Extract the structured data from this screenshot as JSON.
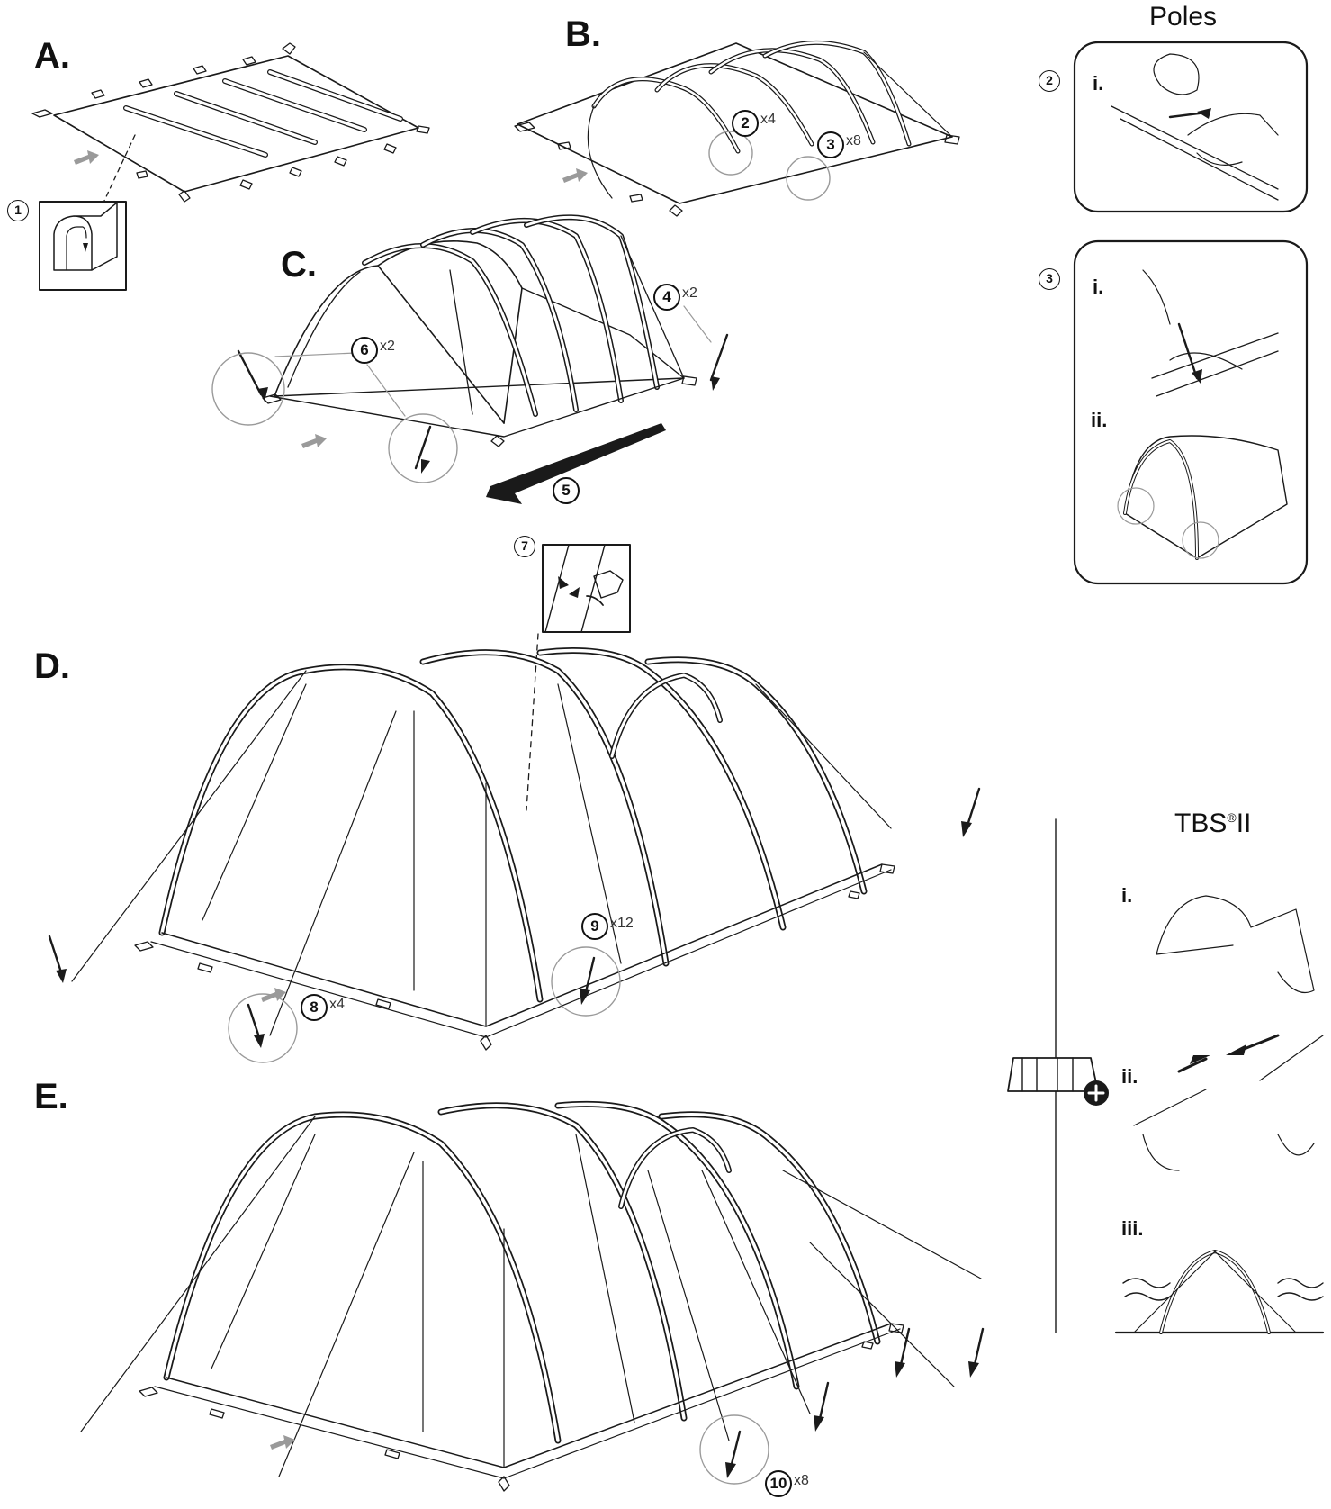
{
  "steps": {
    "a": "A.",
    "b": "B.",
    "c": "C.",
    "d": "D.",
    "e": "E."
  },
  "panels": {
    "poles": {
      "title": "Poles",
      "step2": {
        "number": "2",
        "sub_i": "i."
      },
      "step3": {
        "number": "3",
        "sub_i": "i.",
        "sub_ii": "ii."
      }
    },
    "tbs": {
      "title_main": "TBS",
      "title_reg": "®",
      "title_end": "II",
      "sub_i": "i.",
      "sub_ii": "ii.",
      "sub_iii": "iii."
    }
  },
  "callouts": [
    {
      "number": "1",
      "mult": ""
    },
    {
      "number": "2",
      "mult": "x4"
    },
    {
      "number": "3",
      "mult": "x8"
    },
    {
      "number": "4",
      "mult": "x2"
    },
    {
      "number": "5",
      "mult": ""
    },
    {
      "number": "6",
      "mult": "x2"
    },
    {
      "number": "7",
      "mult": ""
    },
    {
      "number": "8",
      "mult": "x4"
    },
    {
      "number": "9",
      "mult": "x12"
    },
    {
      "number": "10",
      "mult": "x8"
    }
  ],
  "colors": {
    "line": "#1a1a1a",
    "gray_arrow": "#9a9a9a",
    "circle": "#9a9a9a"
  }
}
